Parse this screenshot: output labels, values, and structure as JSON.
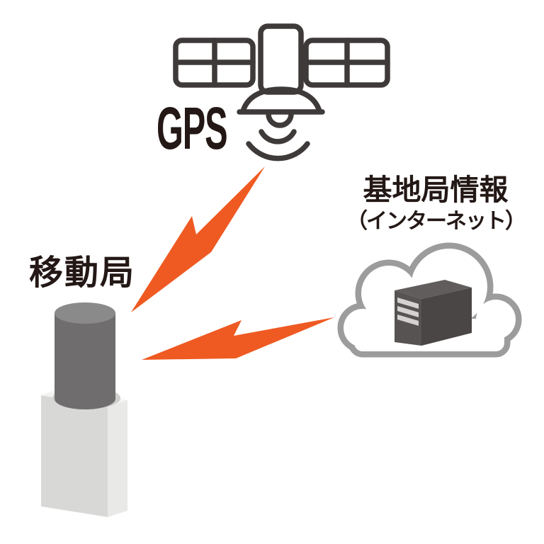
{
  "page": {
    "background": "#ffffff",
    "description": "GNSS positioning diagram: a mobile station receives signals from a GPS satellite and base-station correction data from the internet cloud"
  },
  "colors": {
    "page-bg": "#ffffff",
    "white": "#ffffff",
    "text-dark": "#231815",
    "satellite-line": "#3e3a39",
    "bolt-orange": "#ef5a22",
    "cloud-gray": "#9c9c9d",
    "server-front": "#4a4645",
    "server-side": "#575352",
    "server-top": "#615d5c",
    "server-stripe": "#d3d2d1",
    "cylinder-body": "#6f6d6e",
    "cylinder-top": "#8b8a8b",
    "box-front": "#d8d8d6",
    "box-side": "#e9e9e7",
    "box-top": "#f3f3f1",
    "box-shadow": "#cfcfcd"
  },
  "labels": {
    "gps": "GPS",
    "base_station_title": "基地局情報",
    "base_station_subtitle": "（インターネット）",
    "mobile_station": "移動局"
  },
  "diagram": {
    "nodes": [
      {
        "id": "gps-satellite",
        "label": "GPS",
        "icon": "satellite-icon"
      },
      {
        "id": "base-station-cloud",
        "label": "基地局情報（インターネット）",
        "icon": "cloud-server-icon"
      },
      {
        "id": "mobile-station",
        "label": "移動局",
        "icon": "gnss-receiver-icon"
      }
    ],
    "links": [
      {
        "from": "gps-satellite",
        "to": "mobile-station",
        "style": "lightning"
      },
      {
        "from": "base-station-cloud",
        "to": "mobile-station",
        "style": "lightning"
      }
    ]
  }
}
